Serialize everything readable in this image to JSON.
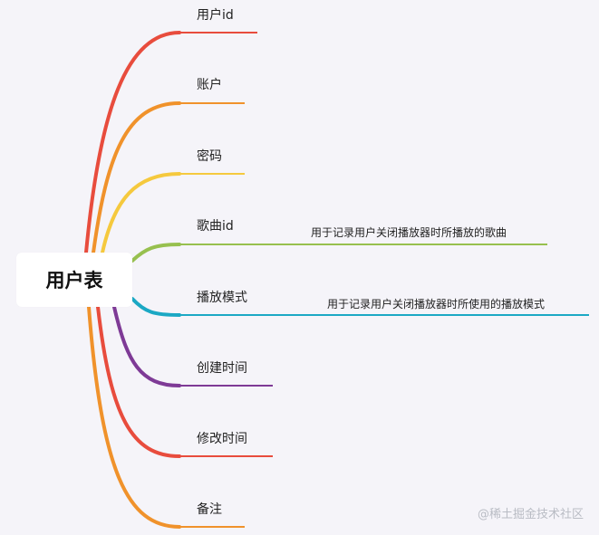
{
  "root": {
    "label": "用户表"
  },
  "branches": [
    {
      "label": "用户id",
      "color": "#e84c3d"
    },
    {
      "label": "账户",
      "color": "#f0922b"
    },
    {
      "label": "密码",
      "color": "#f5c93e"
    },
    {
      "label": "歌曲id",
      "color": "#97c04f",
      "note": "用于记录用户关闭播放器时所播放的歌曲"
    },
    {
      "label": "播放模式",
      "color": "#1ba8c4",
      "note": "用于记录用户关闭播放器时所使用的播放模式"
    },
    {
      "label": "创建时间",
      "color": "#7e3a96"
    },
    {
      "label": "修改时间",
      "color": "#e84c3d"
    },
    {
      "label": "备注",
      "color": "#f0922b"
    }
  ],
  "watermark": "@稀土掘金技术社区"
}
